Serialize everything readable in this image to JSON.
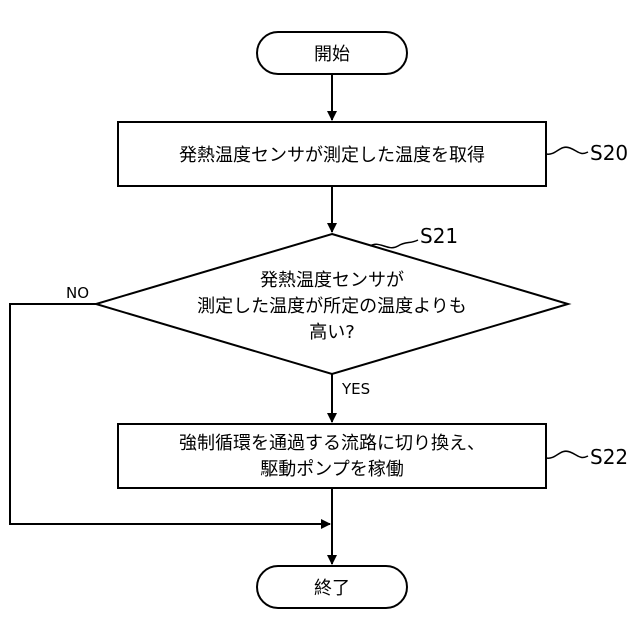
{
  "flowchart": {
    "start": {
      "label": "開始"
    },
    "step_s20": {
      "label": "発熱温度センサが測定した温度を取得",
      "ref": "S20"
    },
    "decision_s21": {
      "lines": [
        "発熱温度センサが",
        "測定した温度が所定の温度よりも",
        "高い?"
      ],
      "ref": "S21",
      "yes_label": "YES",
      "no_label": "NO"
    },
    "step_s22": {
      "lines": [
        "強制循環を通過する流路に切り換え、",
        "駆動ポンプを稼働"
      ],
      "ref": "S22"
    },
    "end": {
      "label": "終了"
    }
  }
}
